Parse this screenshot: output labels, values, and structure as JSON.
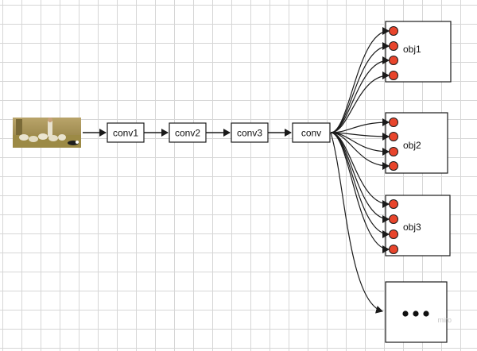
{
  "diagram": {
    "input": {
      "icon": "photo-of-sheep-and-shepherd"
    },
    "conv_nodes": [
      "conv1",
      "conv2",
      "conv3",
      "conv"
    ],
    "objects": [
      {
        "label": "obj1",
        "dots": 4
      },
      {
        "label": "obj2",
        "dots": 4
      },
      {
        "label": "obj3",
        "dots": 4
      }
    ],
    "more": {
      "label": "• • •"
    },
    "colors": {
      "dot_fill": "#e8452c",
      "stroke": "#1a1a1a"
    }
  },
  "watermark": "miro"
}
